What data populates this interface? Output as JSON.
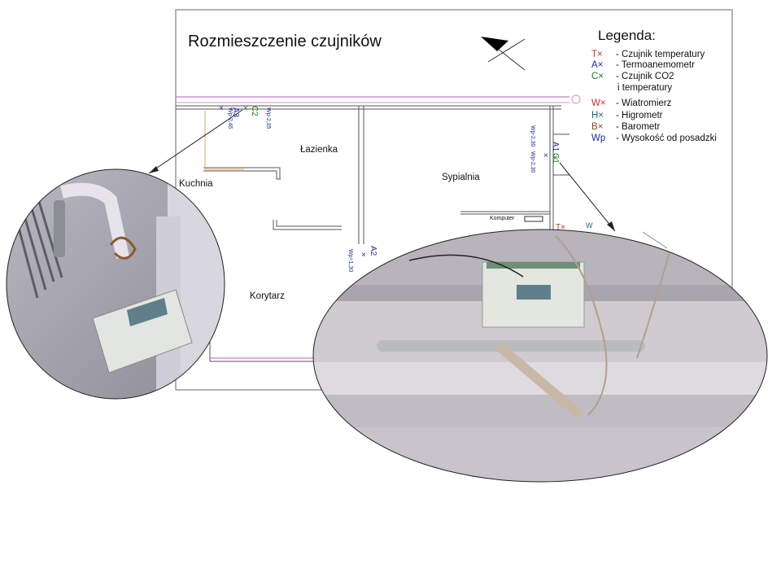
{
  "title": "Rozmieszczenie czujników",
  "legend": {
    "title": "Legenda:",
    "items": [
      {
        "symbol": "T×",
        "color": "#c0392b",
        "text": "- Czujnik temperatury"
      },
      {
        "symbol": "A×",
        "color": "#1c2a9a",
        "text": "- Termoanemometr"
      },
      {
        "symbol": "C×",
        "color": "#1a7a1a",
        "text": "- Czujnik CO2"
      },
      {
        "symbol": "",
        "color": "#111111",
        "text": "i temperatury"
      },
      {
        "symbol": "W×",
        "color": "#c0392b",
        "text": "- Wiatromierz"
      },
      {
        "symbol": "H×",
        "color": "#1a6a6a",
        "text": "- Higrometr"
      },
      {
        "symbol": "B×",
        "color": "#8a4a2a",
        "text": "- Barometr"
      },
      {
        "symbol": "Wp",
        "color": "#1c2a9a",
        "text": "- Wysokość od posadzki"
      }
    ]
  },
  "rooms": {
    "lazienka": "Łazienka",
    "kuchnia": "Kuchnia",
    "sypialnia": "Sypialnia",
    "korytarz": "Korytarz",
    "komputer": "Komputer"
  },
  "sensors": {
    "a3": "A3",
    "c2": "C2",
    "wp_245": "Wp-2,45",
    "wp_235": "Wp-2,35",
    "a1": "A1",
    "c1": "C1",
    "wp_230a": "Wp-2,30",
    "wp_230b": "Wp-2,30",
    "a2": "A2",
    "wp_130": "Wp=1,30"
  },
  "colors": {
    "wall": "#555555",
    "pink_line": "#d28fd8",
    "orange_line": "#e3a84a",
    "photo_wall": "#c9c7d3",
    "device": "#e6e8e2",
    "display": "#5f7f8a"
  },
  "icons": [
    "north-arrow-icon",
    "sensor-device-icon"
  ]
}
